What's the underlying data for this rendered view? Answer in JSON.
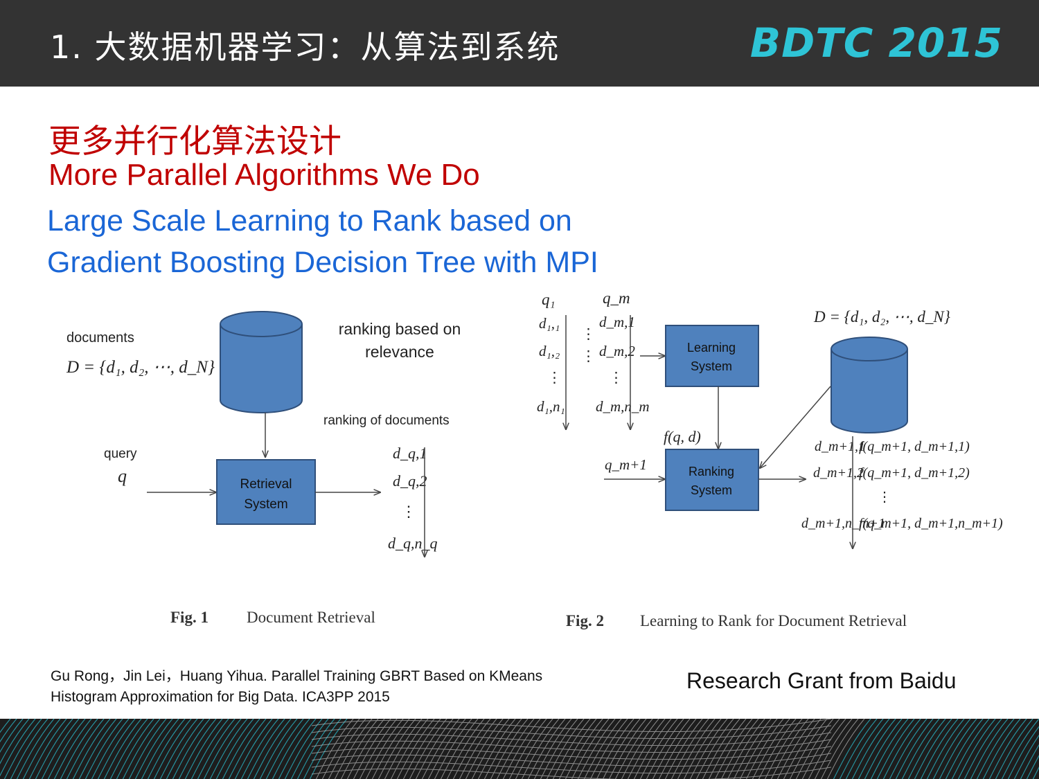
{
  "header": {
    "title": "1. 大数据机器学习：从算法到系统",
    "brand": "BDTC 2015"
  },
  "section": {
    "heading_zh": "更多并行化算法设计",
    "heading_en": "More Parallel Algorithms We Do"
  },
  "work": {
    "title_line1": "Large Scale Learning to Rank based on",
    "title_line2": "Gradient Boosting Decision Tree with MPI"
  },
  "fig1": {
    "documents_label": "documents",
    "doc_set": "D = {d₁, d₂, ⋯, d_N}",
    "ranking_note_line1": "ranking based on",
    "ranking_note_line2": "relevance",
    "query_label": "query",
    "query_symbol": "q",
    "box_line1": "Retrieval",
    "box_line2": "System",
    "ranking_label": "ranking of documents",
    "ranked_docs": [
      "d_q,1",
      "d_q,2",
      "⋮",
      "d_q,n_q"
    ],
    "caption_num": "Fig. 1",
    "caption_text": "Document Retrieval"
  },
  "fig2": {
    "q1": "q₁",
    "qm": "q_m",
    "docs_1": [
      "d₁,₁",
      "d₁,₂",
      "⋮",
      "d₁,n₁"
    ],
    "docs_m": [
      "d_m,1",
      "d_m,2",
      "⋮",
      "d_m,n_m"
    ],
    "dots": "⋮",
    "learning_box_line1": "Learning",
    "learning_box_line2": "System",
    "model_label": "f(q, d)",
    "query_new": "q_m+1",
    "ranking_box_line1": "Ranking",
    "ranking_box_line2": "System",
    "doc_set": "D = {d₁, d₂, ⋯, d_N}",
    "out_docs": [
      "d_m+1,1",
      "d_m+1,2",
      "d_m+1,n_m+1"
    ],
    "out_scores": [
      "f(q_m+1, d_m+1,1)",
      "f(q_m+1, d_m+1,2)",
      "⋮",
      "f(q_m+1, d_m+1,n_m+1)"
    ],
    "caption_num": "Fig. 2",
    "caption_text": "Learning to Rank for Document Retrieval"
  },
  "citation": {
    "line1": "Gu Rong，Jin Lei，Huang Yihua. Parallel Training GBRT Based on KMeans",
    "line2": "Histogram Approximation for Big Data. ICA3PP 2015"
  },
  "grant": "Research Grant from Baidu",
  "colors": {
    "header_bg": "#333333",
    "brand": "#2ec4d6",
    "heading_red": "#c00000",
    "title_blue": "#1a66d6",
    "box_blue": "#4f81bd",
    "box_border": "#2f4f7a",
    "footer_line": "#2aa9b8"
  }
}
